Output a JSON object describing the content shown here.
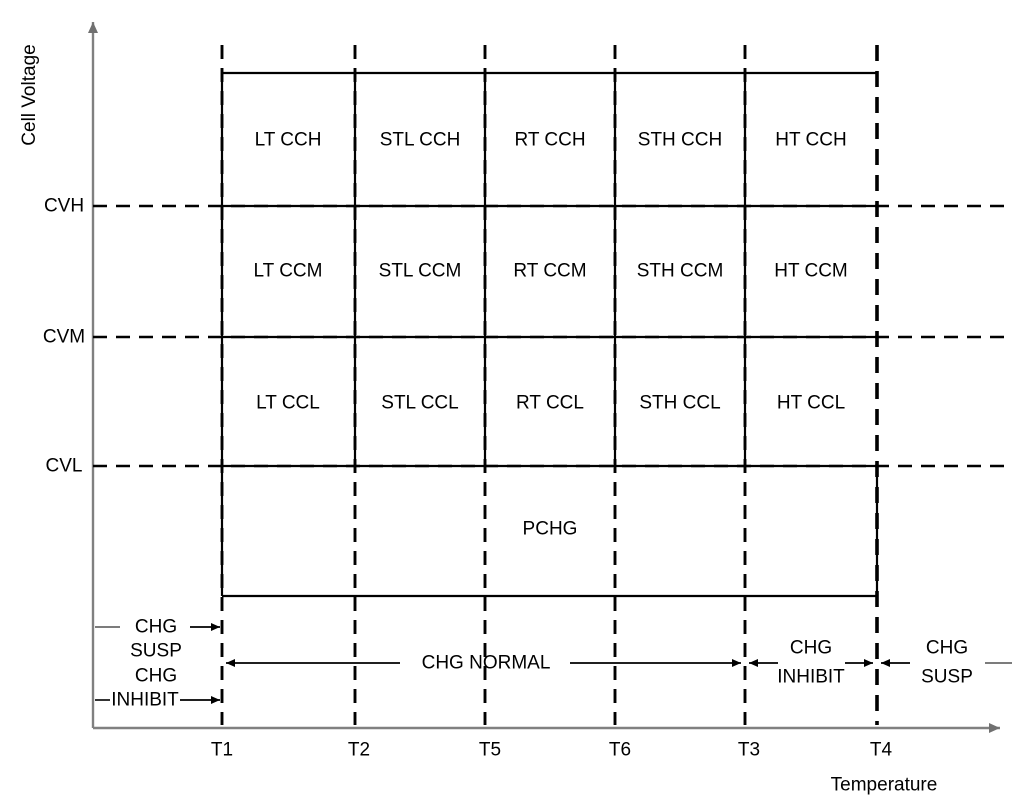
{
  "chart_data": {
    "type": "diagram",
    "title": "",
    "xlabel": "Temperature",
    "ylabel": "Cell Voltage",
    "x_ticks": [
      "T1",
      "T2",
      "T5",
      "T6",
      "T3",
      "T4"
    ],
    "y_ticks": [
      "CVH",
      "CVM",
      "CVL"
    ],
    "grid_columns": [
      "LT",
      "STL",
      "RT",
      "STH",
      "HT"
    ],
    "grid_rows": [
      "CCH",
      "CCM",
      "CCL"
    ],
    "cells": [
      [
        "LT CCH",
        "STL CCH",
        "RT CCH",
        "STH CCH",
        "HT CCH"
      ],
      [
        "LT CCM",
        "STL CCM",
        "RT CCM",
        "STH CCM",
        "HT CCM"
      ],
      [
        "LT CCL",
        "STL CCL",
        "RT CCL",
        "STH CCL",
        "HT CCL"
      ]
    ],
    "precharge_band": "PCHG",
    "annotations": {
      "left_top": {
        "line1": "CHG",
        "line2": "SUSP"
      },
      "left_bottom": {
        "line1": "CHG",
        "line2": "INHIBIT"
      },
      "center": "CHG NORMAL",
      "right_inner": {
        "line1": "CHG",
        "line2": "INHIBIT"
      },
      "right_outer": {
        "line1": "CHG",
        "line2": "SUSP"
      }
    },
    "colors": {
      "axis": "#808080",
      "grid": "#000000",
      "text": "#000000",
      "background": "#ffffff"
    }
  },
  "axes": {
    "y_label": "Cell Voltage",
    "x_label": "Temperature"
  },
  "voltage_levels": [
    {
      "label": "CVH"
    },
    {
      "label": "CVM"
    },
    {
      "label": "CVL"
    }
  ],
  "temperature_ticks": [
    {
      "label": "T1"
    },
    {
      "label": "T2"
    },
    {
      "label": "T5"
    },
    {
      "label": "T6"
    },
    {
      "label": "T3"
    },
    {
      "label": "T4"
    }
  ],
  "grid": {
    "row_cch": [
      "LT CCH",
      "STL CCH",
      "RT CCH",
      "STH CCH",
      "HT CCH"
    ],
    "row_ccm": [
      "LT CCM",
      "STL CCM",
      "RT CCM",
      "STH CCM",
      "HT CCM"
    ],
    "row_ccl": [
      "LT CCL",
      "STL CCL",
      "RT CCL",
      "STH CCL",
      "HT CCL"
    ]
  },
  "bands": {
    "pchg": "PCHG"
  },
  "annotations": {
    "left_suspend_line1": "CHG",
    "left_suspend_line2": "SUSP",
    "left_inhibit_line1": "CHG",
    "left_inhibit_line2": "INHIBIT",
    "normal": "CHG NORMAL",
    "right_inhibit_line1": "CHG",
    "right_inhibit_line2": "INHIBIT",
    "right_suspend_line1": "CHG",
    "right_suspend_line2": "SUSP"
  }
}
